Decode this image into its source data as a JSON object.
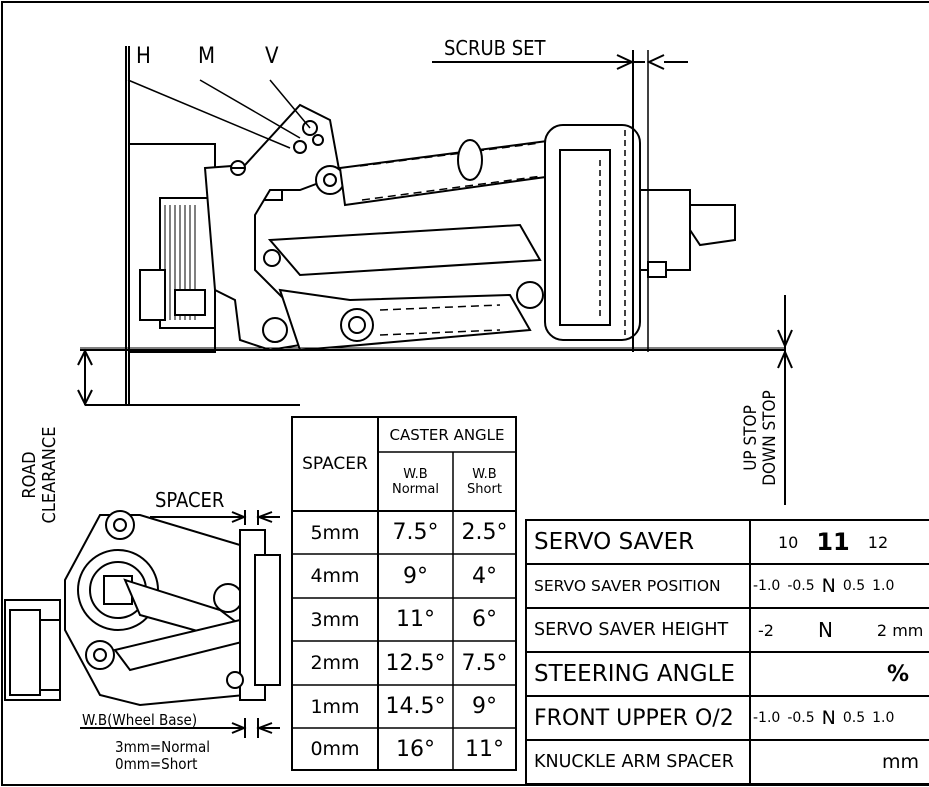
{
  "labels": {
    "h": "H",
    "m": "M",
    "v": "V",
    "scrub_set": "SCRUB SET",
    "road_clearance_1": "ROAD",
    "road_clearance_2": "CLEARANCE",
    "up_stop": "UP STOP",
    "down_stop": "DOWN STOP",
    "spacer": "SPACER",
    "wheel_base": "W.B(Wheel Base)",
    "wb_normal": "3mm=Normal",
    "wb_short": "0mm=Short"
  },
  "caster_table": {
    "spacer_header": "SPACER",
    "caster_header": "CASTER ANGLE",
    "normal_header_1": "W.B",
    "normal_header_2": "Normal",
    "short_header_1": "W.B",
    "short_header_2": "Short",
    "rows": [
      {
        "spacer": "5mm",
        "normal": "7.5°",
        "short": "2.5°"
      },
      {
        "spacer": "4mm",
        "normal": "9°",
        "short": "4°"
      },
      {
        "spacer": "3mm",
        "normal": "11°",
        "short": "6°"
      },
      {
        "spacer": "2mm",
        "normal": "12.5°",
        "short": "7.5°"
      },
      {
        "spacer": "1mm",
        "normal": "14.5°",
        "short": "9°"
      },
      {
        "spacer": "0mm",
        "normal": "16°",
        "short": "11°"
      }
    ]
  },
  "settings_table": {
    "rows": [
      {
        "label": "SERVO SAVER",
        "options": [
          "10",
          "11",
          "12"
        ]
      },
      {
        "label": "SERVO SAVER POSITION",
        "options": [
          "-1.0",
          "-0.5",
          "N",
          "0.5",
          "1.0"
        ]
      },
      {
        "label": "SERVO SAVER HEIGHT",
        "options": [
          "-2",
          "N",
          "2 mm"
        ]
      },
      {
        "label": "STEERING ANGLE",
        "options": [
          "%"
        ]
      },
      {
        "label": "FRONT UPPER O/2",
        "options": [
          "-1.0",
          "-0.5",
          "N",
          "0.5",
          "1.0"
        ]
      },
      {
        "label": "KNUCKLE ARM SPACER",
        "options": [
          "mm"
        ]
      }
    ]
  }
}
